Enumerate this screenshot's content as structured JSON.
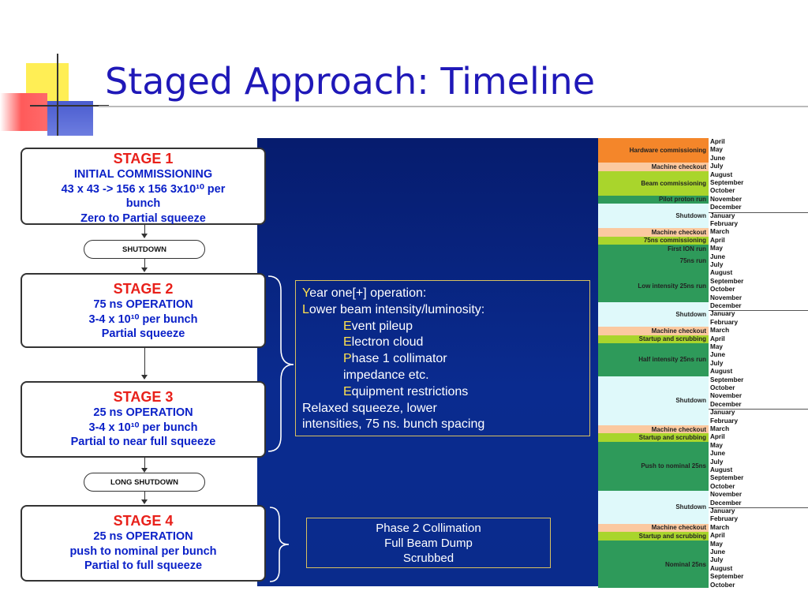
{
  "title": "Staged Approach: Timeline",
  "stages": [
    {
      "title": "STAGE 1",
      "lines": [
        "INITIAL COMMISSIONING",
        "43 x 43 -> 156 x 156  3x10¹⁰ per",
        "bunch",
        "Zero to Partial squeeze"
      ]
    },
    {
      "title": "STAGE 2",
      "lines": [
        "75 ns OPERATION",
        "3-4 x 10¹⁰  per bunch",
        "Partial squeeze"
      ]
    },
    {
      "title": "STAGE 3",
      "lines": [
        "25 ns OPERATION",
        "3-4 x 10¹⁰  per bunch",
        "Partial to near full squeeze"
      ]
    },
    {
      "title": "STAGE 4",
      "lines": [
        "25 ns OPERATION",
        "push to nominal per bunch",
        "Partial to full squeeze"
      ]
    }
  ],
  "shutdowns": [
    "SHUTDOWN",
    "LONG SHUTDOWN"
  ],
  "year_one": {
    "lines": [
      {
        "cap": "Y",
        "rest": "ear one[+] operation:",
        "indent": false
      },
      {
        "cap": "L",
        "rest": "ower beam intensity/luminosity:",
        "indent": false
      },
      {
        "cap": "E",
        "rest": "vent pileup",
        "indent": true
      },
      {
        "cap": "E",
        "rest": "lectron cloud",
        "indent": true
      },
      {
        "cap": "P",
        "rest": "hase 1 collimator",
        "indent": true
      },
      {
        "cap": "",
        "rest": "impedance etc.",
        "indent": true
      },
      {
        "cap": "E",
        "rest": "quipment restrictions",
        "indent": true
      },
      {
        "cap": "",
        "rest": "Relaxed squeeze, lower",
        "indent": false
      },
      {
        "cap": "",
        "rest": "intensities, 75 ns. bunch spacing",
        "indent": false
      }
    ]
  },
  "phase2": [
    "Phase 2 Collimation",
    "Full Beam Dump",
    "Scrubbed"
  ],
  "colors": {
    "orange": "#f4862a",
    "peach": "#fbc9a0",
    "lime": "#a9d52c",
    "green": "#2e9a5a",
    "cyan": "#dff9fa",
    "accent_blue": "#1f18b8",
    "stage_red": "#e8201a",
    "stage_blue": "#0b21c8"
  },
  "activities": [
    {
      "label": "Hardware commissioning",
      "color": "orange",
      "start": 0,
      "span": 3
    },
    {
      "label": "Machine checkout",
      "color": "peach",
      "start": 3,
      "span": 1
    },
    {
      "label": "Beam commissioning",
      "color": "lime",
      "start": 4,
      "span": 3
    },
    {
      "label": "Pilot proton run",
      "color": "green",
      "start": 7,
      "span": 1
    },
    {
      "label": "Shutdown",
      "color": "cyan",
      "start": 8,
      "span": 3
    },
    {
      "label": "Machine checkout",
      "color": "peach",
      "start": 11,
      "span": 1
    },
    {
      "label": "75ns commissioning",
      "color": "lime",
      "start": 12,
      "span": 1
    },
    {
      "label": "First ION run",
      "color": "green",
      "start": 13,
      "span": 1
    },
    {
      "label": "75ns run",
      "color": "green",
      "start": 14,
      "span": 2
    },
    {
      "label": "Low intensity 25ns run",
      "color": "green",
      "start": 16,
      "span": 4
    },
    {
      "label": "Shutdown",
      "color": "cyan",
      "start": 20,
      "span": 3
    },
    {
      "label": "Machine checkout",
      "color": "peach",
      "start": 23,
      "span": 1
    },
    {
      "label": "Startup and scrubbing",
      "color": "lime",
      "start": 24,
      "span": 1
    },
    {
      "label": "Half intensity 25ns run",
      "color": "green",
      "start": 25,
      "span": 4
    },
    {
      "label": "Shutdown",
      "color": "cyan",
      "start": 29,
      "span": 6
    },
    {
      "label": "Machine checkout",
      "color": "peach",
      "start": 35,
      "span": 1
    },
    {
      "label": "Startup and scrubbing",
      "color": "lime",
      "start": 36,
      "span": 1
    },
    {
      "label": "Push to nominal 25ns",
      "color": "green",
      "start": 37,
      "span": 6
    },
    {
      "label": "Shutdown",
      "color": "cyan",
      "start": 43,
      "span": 4
    },
    {
      "label": "Machine checkout",
      "color": "peach",
      "start": 47,
      "span": 1
    },
    {
      "label": "Startup and scrubbing",
      "color": "lime",
      "start": 48,
      "span": 1
    },
    {
      "label": "Nominal 25ns",
      "color": "green",
      "start": 49,
      "span": 6
    }
  ],
  "months": [
    "April",
    "May",
    "June",
    "July",
    "August",
    "September",
    "October",
    "November",
    "December",
    "January",
    "February",
    "March",
    "April",
    "May",
    "June",
    "July",
    "August",
    "September",
    "October",
    "November",
    "December",
    "January",
    "February",
    "March",
    "April",
    "May",
    "June",
    "July",
    "August",
    "September",
    "October",
    "November",
    "December",
    "January",
    "February",
    "March",
    "April",
    "May",
    "June",
    "July",
    "August",
    "September",
    "October",
    "November",
    "December",
    "January",
    "February",
    "March",
    "April",
    "May",
    "June",
    "July",
    "August",
    "September",
    "October"
  ],
  "year_separators": [
    9,
    21,
    33,
    45
  ]
}
